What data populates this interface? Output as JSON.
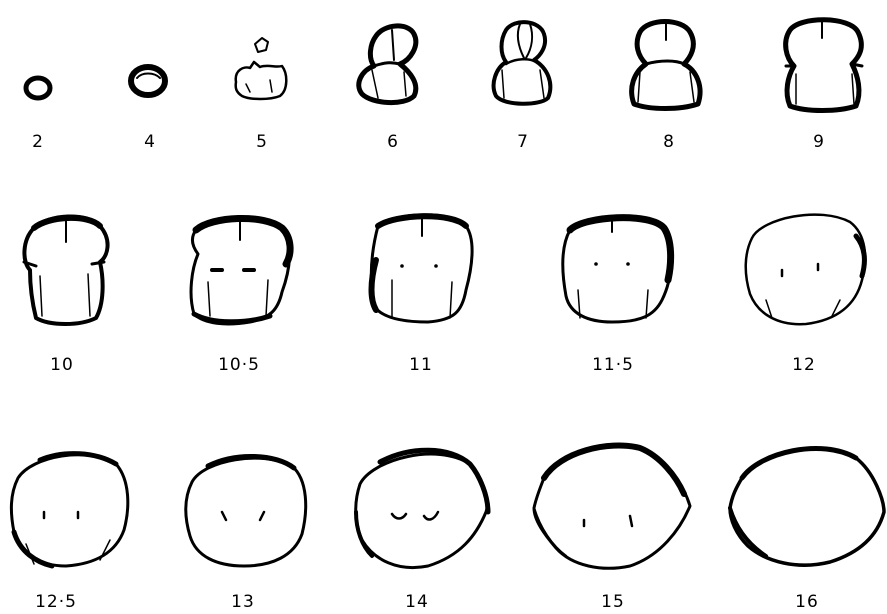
{
  "stages": [
    {
      "label": "2"
    },
    {
      "label": "4"
    },
    {
      "label": "5"
    },
    {
      "label": "6"
    },
    {
      "label": "7"
    },
    {
      "label": "8"
    },
    {
      "label": "9"
    },
    {
      "label": "10"
    },
    {
      "label": "10·5"
    },
    {
      "label": "11"
    },
    {
      "label": "11·5"
    },
    {
      "label": "12"
    },
    {
      "label": "12·5"
    },
    {
      "label": "13"
    },
    {
      "label": "14"
    },
    {
      "label": "15"
    },
    {
      "label": "16"
    }
  ]
}
